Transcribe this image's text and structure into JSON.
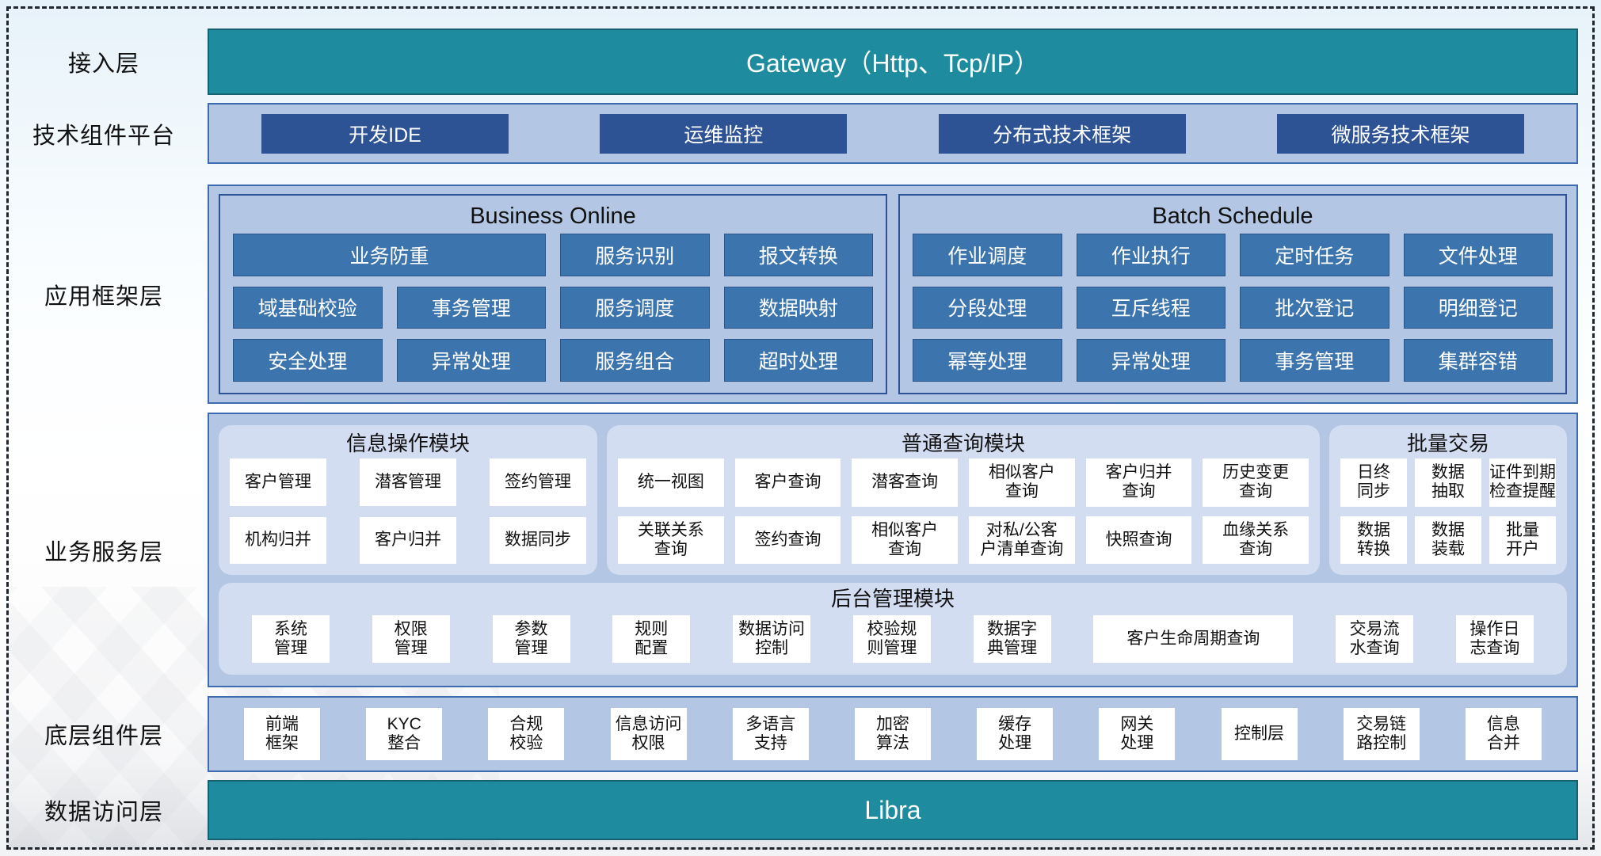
{
  "colors": {
    "teal": "#1E8C9E",
    "teal_border": "#17606F",
    "panel_blue": "#B3C6E4",
    "panel_border": "#3E6AB0",
    "dark_button_blue": "#2E5395",
    "framework_tile_blue": "#3C75AD",
    "inner_panel_blue": "#D3DDF2",
    "white_tile": "#FFFFFF"
  },
  "layers": {
    "access": {
      "label": "接入层",
      "bar_text": "Gateway（Http、Tcp/IP）"
    },
    "tech": {
      "label": "技术组件平台",
      "buttons": [
        "开发IDE",
        "运维监控",
        "分布式技术框架",
        "微服务技术框架"
      ]
    },
    "framework": {
      "label": "应用框架层",
      "groups": [
        {
          "title": "Business Online",
          "wide_tile": "业务防重",
          "row1_rest": [
            "服务识别",
            "报文转换"
          ],
          "tiles": [
            "域基础校验",
            "事务管理",
            "服务调度",
            "数据映射",
            "安全处理",
            "异常处理",
            "服务组合",
            "超时处理"
          ]
        },
        {
          "title": "Batch Schedule",
          "tiles": [
            "作业调度",
            "作业执行",
            "定时任务",
            "文件处理",
            "分段处理",
            "互斥线程",
            "批次登记",
            "明细登记",
            "幂等处理",
            "异常处理",
            "事务管理",
            "集群容错"
          ]
        }
      ]
    },
    "business": {
      "label": "业务服务层",
      "modules": [
        {
          "title": "信息操作模块",
          "tiles": [
            "客户管理",
            "潜客管理",
            "签约管理",
            "机构归并",
            "客户归并",
            "数据同步"
          ]
        },
        {
          "title": "普通查询模块",
          "tiles": [
            "统一视图",
            "客户查询",
            "潜客查询",
            "相似客户\n查询",
            "客户归并\n查询",
            "历史变更\n查询",
            "关联关系\n查询",
            "签约查询",
            "相似客户\n查询",
            "对私/公客\n户清单查询",
            "快照查询",
            "血缘关系\n查询"
          ]
        },
        {
          "title": "批量交易",
          "tiles": [
            "日终\n同步",
            "数据\n抽取",
            "证件到期\n检查提醒",
            "数据\n转换",
            "数据\n装载",
            "批量\n开户"
          ]
        }
      ],
      "admin": {
        "title": "后台管理模块",
        "tiles": [
          "系统\n管理",
          "权限\n管理",
          "参数\n管理",
          "规则\n配置",
          "数据访问\n控制",
          "校验规\n则管理",
          "数据字\n典管理",
          "客户生命周期查询",
          "交易流\n水查询",
          "操作日\n志查询"
        ],
        "wide_index": 7
      }
    },
    "base": {
      "label": "底层组件层",
      "tiles": [
        "前端\n框架",
        "KYC\n整合",
        "合规\n校验",
        "信息访问\n权限",
        "多语言\n支持",
        "加密\n算法",
        "缓存\n处理",
        "网关\n处理",
        "控制层",
        "交易链\n路控制",
        "信息\n合并"
      ]
    },
    "data_access": {
      "label": "数据访问层",
      "bar_text": "Libra"
    }
  }
}
